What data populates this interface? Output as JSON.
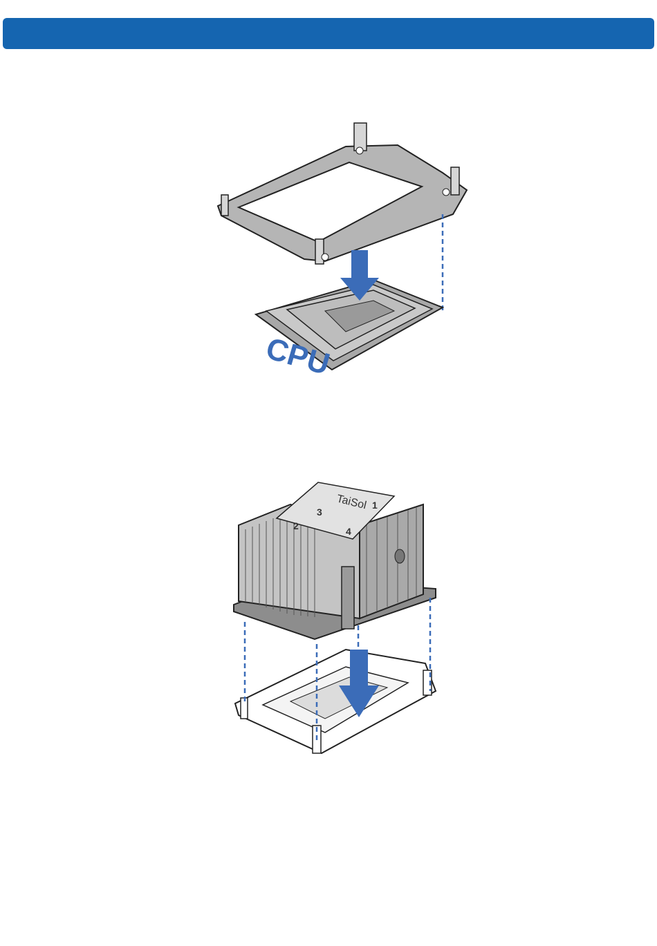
{
  "header": {
    "color": "#1565b0"
  },
  "figure1": {
    "cpu_label": "CPU",
    "arrow_color": "#3b6cb8"
  },
  "figure2": {
    "brand": "TaiSol",
    "corner_1": "1",
    "corner_2": "2",
    "corner_3": "3",
    "corner_4": "4",
    "arrow_color": "#3b6cb8"
  }
}
